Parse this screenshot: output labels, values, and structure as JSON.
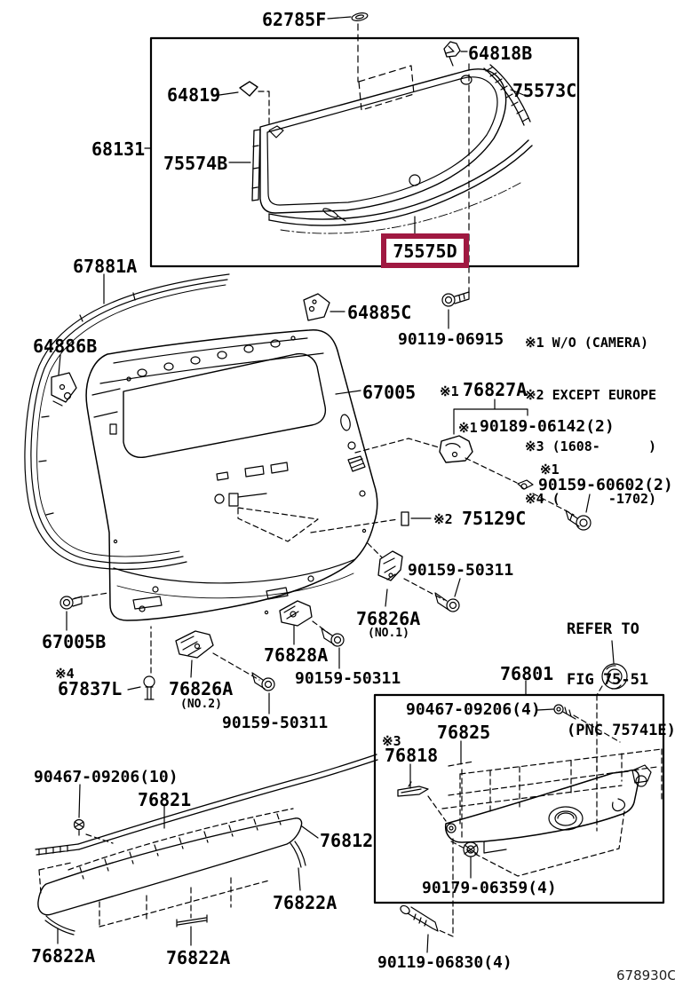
{
  "diagram": {
    "footer_code": "678930C",
    "highlight_color": "#A01941"
  },
  "notes": {
    "n1": "※1 W/O (CAMERA)",
    "n2": "※2 EXCEPT EUROPE",
    "n3": "※3 (1608-      )",
    "n4": "※4 (      -1702)"
  },
  "refer": {
    "r1": "REFER TO",
    "r2": "FIG 75-51",
    "r3": "(PNC 75741E)"
  },
  "labels": {
    "p62785f": "62785F",
    "p64818b": "64818B",
    "p64819": "64819",
    "p75573c": "75573C",
    "p68131": "68131",
    "p75574b": "75574B",
    "p75575d": "75575D",
    "p67881a": "67881A",
    "p64886b": "64886B",
    "p64885c": "64885C",
    "p90119_06915": "90119-06915",
    "p67005": "67005",
    "pre1a": "※1",
    "p76827a": "76827A",
    "pre1b": "※1",
    "p90189_06142": "90189-06142(2)",
    "pre1c": "※1",
    "p90159_60602": "90159-60602(2)",
    "pre2a": "※2",
    "p75129c": "75129C",
    "p90159_50311_a": "90159-50311",
    "p76826a_no1": "76826A",
    "sub_no1": "(NO.1)",
    "p67005b": "67005B",
    "pre4": "※4",
    "p67837l": "67837L",
    "p76826a_no2": "76826A",
    "sub_no2": "(NO.2)",
    "p76828a": "76828A",
    "p90159_50311_b": "90159-50311",
    "p90159_50311_c": "90159-50311",
    "p76801": "76801",
    "p90467_09206_4": "90467-09206(4)",
    "p76825": "76825",
    "pre3": "※3",
    "p76818": "76818",
    "p90179_06359": "90179-06359(4)",
    "p90119_06830": "90119-06830(4)",
    "p90467_09206_10": "90467-09206(10)",
    "p76821": "76821",
    "p76812": "76812",
    "p76822a_r": "76822A",
    "p76822a_bl": "76822A",
    "p76822a_bm": "76822A"
  }
}
